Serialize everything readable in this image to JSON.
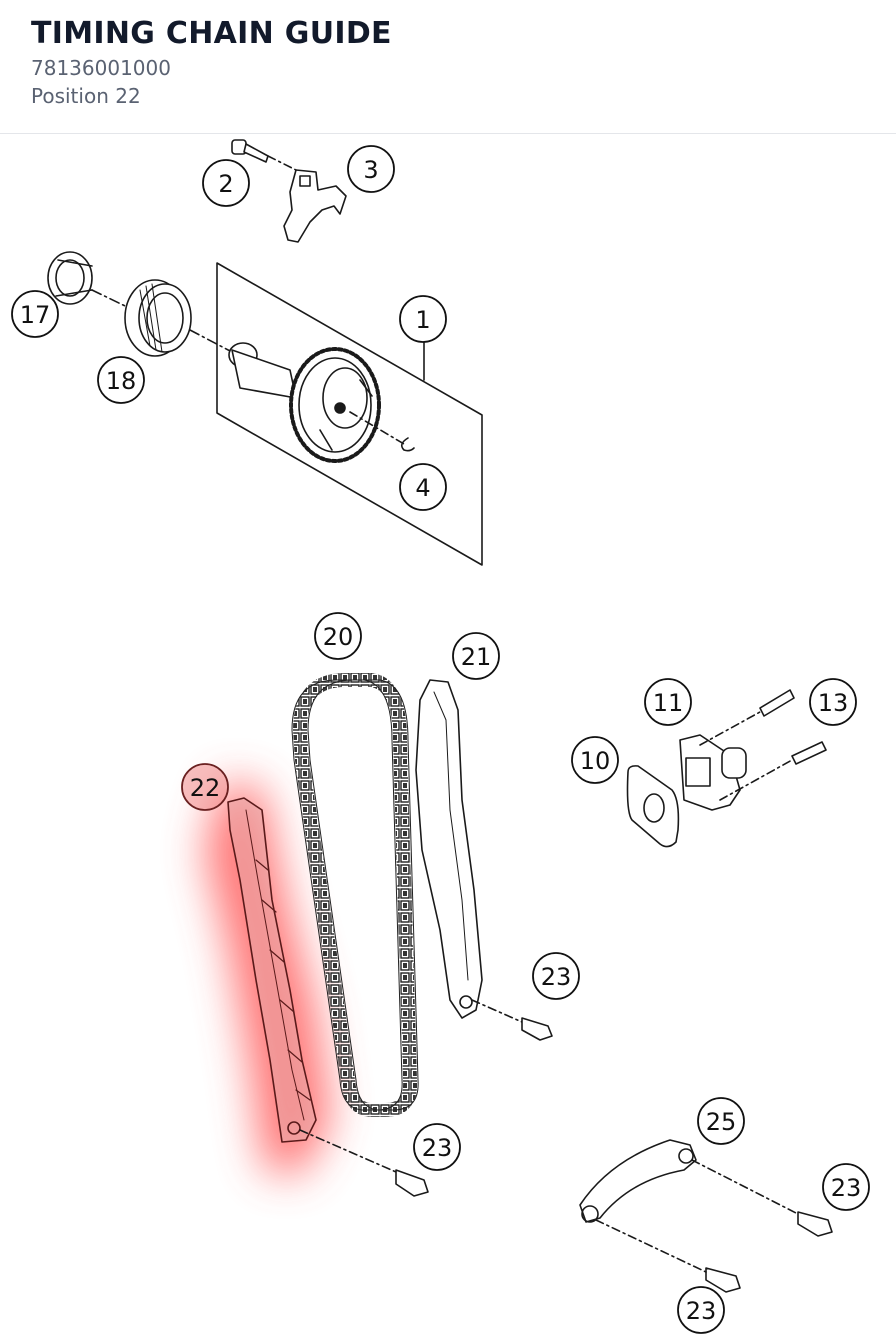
{
  "header": {
    "title": "TIMING CHAIN GUIDE",
    "part_number": "78136001000",
    "position": "Position 22"
  },
  "diagram": {
    "highlight_color": "#ff5a5a",
    "callouts": {
      "c1": "1",
      "c2": "2",
      "c3": "3",
      "c4": "4",
      "c10": "10",
      "c11": "11",
      "c13": "13",
      "c17": "17",
      "c18": "18",
      "c20": "20",
      "c21": "21",
      "c22": "22",
      "c23a": "23",
      "c23b": "23",
      "c23c": "23",
      "c23d": "23",
      "c25": "25"
    }
  }
}
